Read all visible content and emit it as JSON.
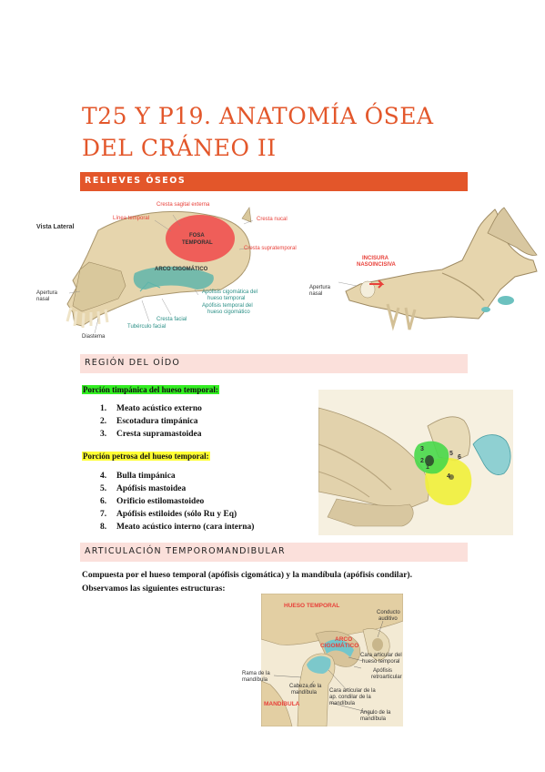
{
  "title": "T25 Y P19. ANATOMÍA ÓSEA DEL CRÁNEO II",
  "sections": {
    "relieves": "RELIEVES ÓSEOS",
    "oido": "REGIÓN DEL OÍDO",
    "articulacion": "ARTICULACIÓN TEMPOROMANDIBULAR"
  },
  "fig1": {
    "vista": "Vista Lateral",
    "cresta_sagital": "Cresta sagital externa",
    "linea_temporal": "Línea temporal",
    "cresta_nucal": "Cresta nucal",
    "fosa": "FOSA",
    "temporal": "TEMPORAL",
    "cresta_supra": "Cresta supratemporal",
    "arco": "ARCO CIGOMÁTICO",
    "apertura": "Apertura",
    "nasal": "nasal",
    "apof_cig_1": "Apófisis cigomática del",
    "apof_cig_2": "hueso temporal",
    "apof_temp_1": "Apófisis temporal del",
    "apof_temp_2": "hueso cigomático",
    "cresta_facial": "Cresta facial",
    "tuberculo": "Tubérculo facial",
    "diastema": "Diastema"
  },
  "fig2": {
    "incisura_1": "INCISURA",
    "incisura_2": "NASOINCISIVA",
    "apertura": "Apertura",
    "nasal": "nasal"
  },
  "oido": {
    "timpanica_heading": "Porción timpánica del hueso temporal:",
    "timpanica_items": [
      {
        "n": "1.",
        "t": "Meato acústico externo"
      },
      {
        "n": "2.",
        "t": "Escotadura timpánica"
      },
      {
        "n": "3.",
        "t": "Cresta supramastoidea"
      }
    ],
    "petrosa_heading": "Porción petrosa del hueso temporal:",
    "petrosa_items": [
      {
        "n": "4.",
        "t": "Bulla timpánica"
      },
      {
        "n": "5.",
        "t": "Apófisis mastoidea"
      },
      {
        "n": "6.",
        "t": "Orificio estilomastoideo"
      },
      {
        "n": "7.",
        "t": "Apófisis estiloides (sólo Ru y Eq)"
      },
      {
        "n": "8.",
        "t": "Meato acústico interno (cara interna)"
      }
    ],
    "markers": [
      "3",
      "2",
      "1",
      "5",
      "6",
      "4"
    ]
  },
  "atm": {
    "line1": "Compuesta por el hueso temporal (apófisis cigomática) y la mandíbula (apófisis condilar).",
    "line2": "Observamos las siguientes estructuras:"
  },
  "fig4": {
    "hueso_temporal": "HUESO TEMPORAL",
    "conducto_1": "Conducto",
    "conducto_2": "auditivo",
    "arco_1": "ARCO",
    "arco_2": "CIGOMÁTICO",
    "cara_art_1": "Cara articular del",
    "cara_art_2": "hueso temporal",
    "apof_ret_1": "Apófisis",
    "apof_ret_2": "retroarticular",
    "rama_1": "Rama de la",
    "rama_2": "mandíbula",
    "cabeza_1": "Cabeza de la",
    "cabeza_2": "mandíbula",
    "cara_cond_1": "Cara articular de la",
    "cara_cond_2": "ap. condilar de la",
    "cara_cond_3": "mandíbula",
    "mandibula": "MANDÍBULA",
    "angulo_1": "Ángulo de la",
    "angulo_2": "mandíbula"
  },
  "colors": {
    "accent": "#e3562a",
    "section_bg": "#fbe0db",
    "fosa_red": "#f0494a",
    "arco_teal": "#5fb5aa",
    "highlight_green": "#33ee22",
    "highlight_yellow": "#ffff33"
  }
}
